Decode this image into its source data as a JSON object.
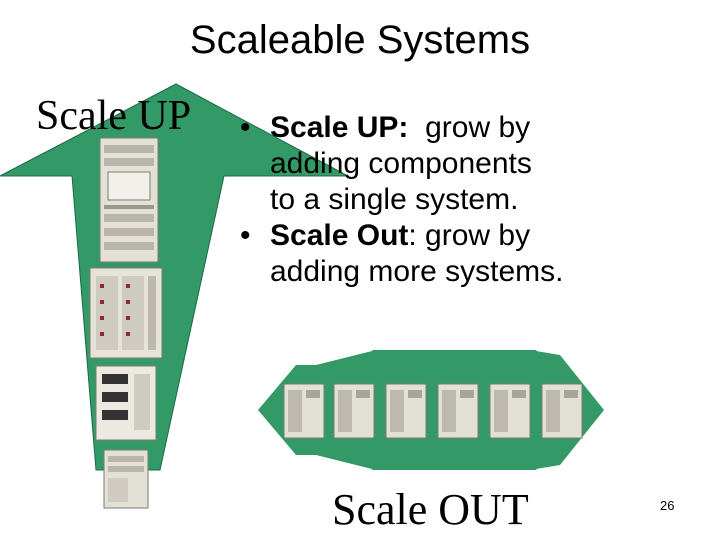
{
  "slide": {
    "title": "Scaleable Systems",
    "scale_up_label": "Scale UP",
    "scale_out_label": "Scale OUT",
    "page_number": "26"
  },
  "bullets": [
    {
      "marker": "•",
      "bold_term": "Scale UP:",
      "lines": [
        "grow by",
        "adding components",
        "to a single system."
      ]
    },
    {
      "marker": "•",
      "bold_term": "Scale Out",
      "lines": [
        ": grow by",
        "adding more systems."
      ]
    }
  ],
  "colors": {
    "arrow_green": "#339966",
    "arrow_outline": "#1d6b46",
    "server_body": "#d9d6cc",
    "server_shadow": "#8a877f"
  },
  "icons": {
    "scale_up_arrow": "up-arrow",
    "scale_out_arrow": "right-chevron-arrow",
    "servers": "server-tower"
  }
}
